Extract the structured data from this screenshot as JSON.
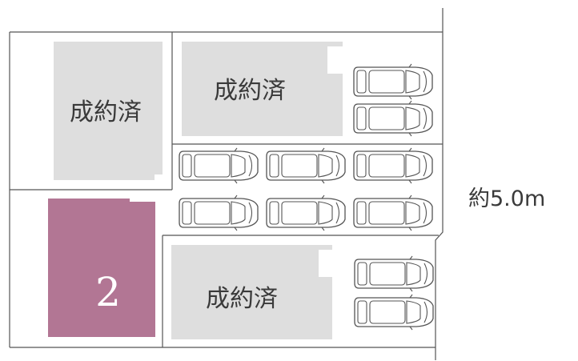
{
  "lots": {
    "sold_label": "成約済",
    "highlighted_number": "2"
  },
  "dimension": {
    "text": "約5.0m"
  },
  "colors": {
    "sold_fill": "#dedede",
    "highlight_fill": "#b27694",
    "line": "#555555",
    "text": "#3a3a3a",
    "highlight_text": "#ffffff"
  },
  "icons": {
    "car": "car-icon"
  }
}
